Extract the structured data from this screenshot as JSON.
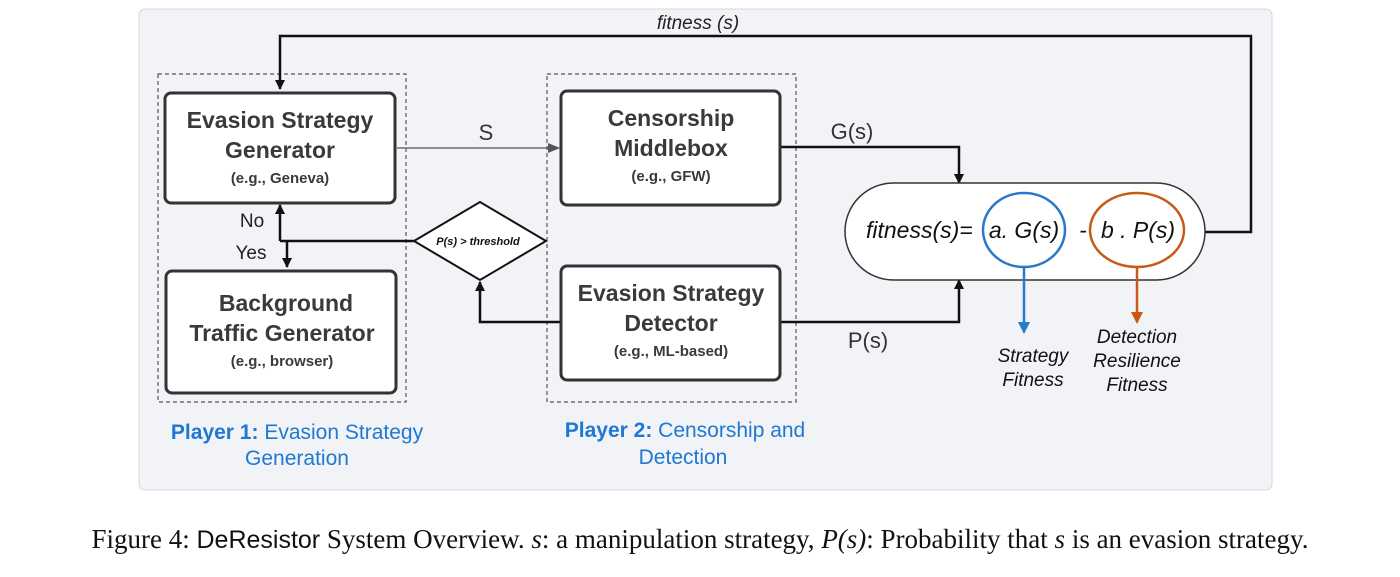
{
  "feedback_label": "fitness (s)",
  "edge_s_label": "S",
  "edge_g_label": "G(s)",
  "edge_p_label": "P(s)",
  "branch_no": "No",
  "branch_yes": "Yes",
  "threshold_label": "P(s) > threshold",
  "generator": {
    "line1": "Evasion Strategy",
    "line2": "Generator",
    "example": "(e.g., Geneva)"
  },
  "background": {
    "line1": "Background",
    "line2": "Traffic Generator",
    "example": "(e.g., browser)"
  },
  "middlebox": {
    "line1": "Censorship",
    "line2": "Middlebox",
    "example": "(e.g., GFW)"
  },
  "detector": {
    "line1": "Evasion Strategy",
    "line2": "Detector",
    "example": "(e.g., ML-based)"
  },
  "player1": {
    "bold": "Player 1:",
    "rest": " Evasion Strategy",
    "line2": "Generation"
  },
  "player2": {
    "bold": "Player 2:",
    "rest": " Censorship and",
    "line2": "Detection"
  },
  "formula": {
    "prefix": "fitness(s)=",
    "term_a": "a. G(s)",
    "minus": "-",
    "term_b": "b . P(s)"
  },
  "strategy_fitness": {
    "line1": "Strategy",
    "line2": "Fitness"
  },
  "resilience_fitness": {
    "line1": "Detection",
    "line2": "Resilience",
    "line3": "Fitness"
  },
  "caption": {
    "fig": "Figure 4:",
    "system": "DeResistor",
    "t1": " System Overview. ",
    "s": "s",
    "t2": ": a manipulation strategy, ",
    "ps": "P(s)",
    "t3": ": Probability that ",
    "s2": "s",
    "t4": " is an evasion strategy."
  },
  "colors": {
    "blue": "#2a78c9",
    "orange": "#c85a17",
    "panel": "#f1f3f7",
    "player_label": "#1f78d1"
  }
}
